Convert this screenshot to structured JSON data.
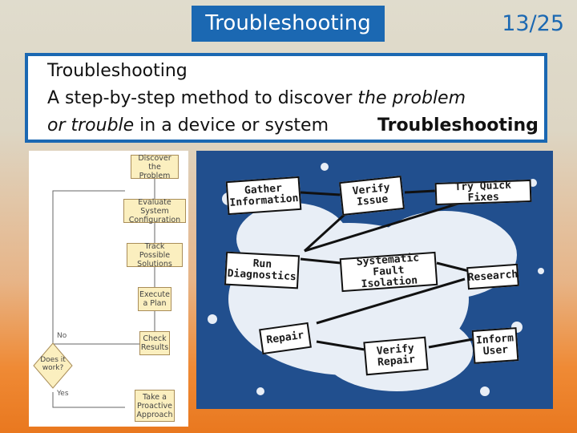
{
  "header": {
    "title": "Troubleshooting",
    "page": "13/25"
  },
  "definition": {
    "heading": "Troubleshooting",
    "line2_plain": "A step-by-step method to discover ",
    "line2_italic": "the problem",
    "line3_italic": "or trouble",
    "line3_plain": " in a device or system",
    "trailing": "Troubleshooting"
  },
  "flowchart": {
    "steps": [
      "Discover the Problem",
      "Evaluate System Configuration",
      "Track Possible Solutions",
      "Execute a Plan",
      "Check Results",
      "Take a Proactive Approach"
    ],
    "decision": "Does it work?",
    "no_label": "No",
    "yes_label": "Yes"
  },
  "poster": {
    "gather": "Gather Information",
    "verify": "Verify Issue",
    "quickfix": "Try Quick Fixes",
    "diagnostics": "Run Diagnostics",
    "isolation": "Systematic Fault Isolation",
    "research": "Research",
    "repair": "Repair",
    "verify_repair": "Verify Repair",
    "inform": "Inform User"
  }
}
